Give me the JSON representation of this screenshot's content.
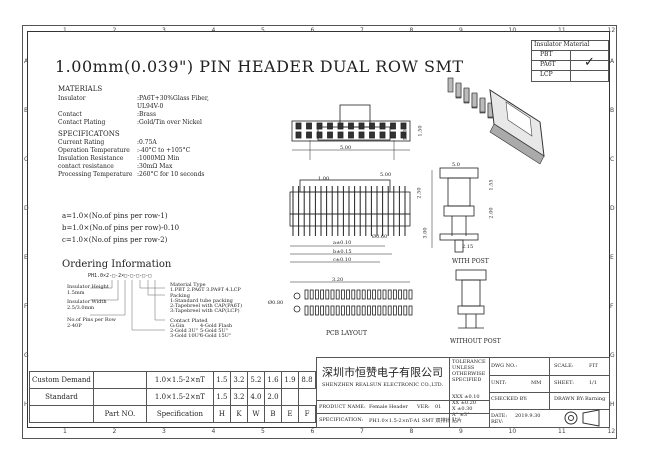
{
  "title": "1.00mm(0.039\") PIN HEADER DUAL ROW SMT",
  "col_labels": [
    "1",
    "2",
    "3",
    "4",
    "5",
    "6",
    "7",
    "8",
    "9",
    "10",
    "11",
    "12"
  ],
  "row_labels": [
    "A",
    "B",
    "C",
    "D",
    "E",
    "F",
    "G",
    "H"
  ],
  "insulator": {
    "header": "Insulator Material",
    "rows": [
      "PBT",
      "PA6T",
      "LCP"
    ],
    "check": "✓"
  },
  "materials": {
    "heading": "MATERIALS",
    "lines": [
      [
        "Insulator",
        ":PA6T+30%Glass Fiber,"
      ],
      [
        "",
        "UL94V-0"
      ],
      [
        "Contact",
        ":Brass"
      ],
      [
        "Contact Plating",
        ":Gold/Tin over Nickel"
      ]
    ]
  },
  "specs": {
    "heading": "SPECIFICATONS",
    "lines": [
      [
        "Current Rating",
        ":0.75A"
      ],
      [
        "Operation Temperature",
        ":-40°C to +105°C"
      ],
      [
        "Insulation Resistance",
        ":1000MΩ Min"
      ],
      [
        "contact resistance",
        ":30mΩ Max"
      ],
      [
        "Processing Temperature",
        ":260°C for 10 seconds"
      ]
    ]
  },
  "formulas": [
    "a=1.0×(No.of pins per row-1)",
    "b=1.0×(No.of pins per row)-0.10",
    "c=1.0×(No.of pins per row-2)"
  ],
  "ordering": {
    "heading": "Ordering Information",
    "code": "PH1.0×2-□-2×□-□-□-□-□",
    "notes": [
      "Insulator Height",
      "1.5mm",
      "Insulator Width",
      "2.5/3.0mm",
      "No.of Pins per Row",
      "2-40P",
      "Material Type",
      "1.PBT 2.PA6T 3.PA9T 4.LCP",
      "Packing",
      "1:Standard tube packing",
      "2:Tapebreel with CAP(PA6T)",
      "3:Tapebreel with CAP(LCP)",
      "Contact Plated",
      "G:Gin",
      "4-Gold Flash",
      "2-Gold 3U\"",
      "5-Gold 5U\"",
      "3-Gold 10U\"",
      "6-Gold 15U\""
    ]
  },
  "dims": {
    "d500": "5.00",
    "d100": "1.00",
    "d150": "1.50",
    "d250": "2.50",
    "d250b": "2.50",
    "d05": "0.5",
    "d50": "5.00",
    "s05": "5.0",
    "s155": "1.55",
    "s20": "2.00",
    "s30": "3.00",
    "d215": "2.15",
    "dr60": "Ø0.60",
    "dr05": "5.00",
    "ab": "a±0.10",
    "bb": "b±0.15",
    "cb": "c±0.10",
    "d08": "Ø0.80",
    "p100": "1.00",
    "p320": "3.20"
  },
  "labels": {
    "with_post": "WITH POST",
    "without_post": "WITHOUT POST",
    "pcb": "PCB LAYOUT"
  },
  "spec_table": {
    "rows": [
      [
        "Custom Demand",
        "",
        "1.0×1.5-2×nT",
        "1.5",
        "3.2",
        "5.2",
        "1.6",
        "1.9",
        "8.8"
      ],
      [
        "Standard",
        "",
        "1.0×1.5-2×nT",
        "1.5",
        "3.2",
        "4.0",
        "2.0",
        ""
      ],
      [
        "",
        "Part NO.",
        "Specification",
        "H",
        "K",
        "W",
        "B",
        "E",
        "F"
      ]
    ]
  },
  "company": {
    "cn": "深圳市恒赞电子有限公司",
    "en": "SHENZHEN REALSUN ELECTRONIC CO.,LTD.",
    "tol": [
      "TOLERANCE",
      "UNLESS",
      "OTHERWISE",
      "SPECIFIED"
    ],
    "dwg": "DWG NO.:",
    "scale": "SCALE:",
    "scale_v": "FIT",
    "unit": "UNIT:",
    "unit_v": "MM",
    "sheet": "SHEET:",
    "sheet_v": "1/1",
    "checked": "CHECKED BY:",
    "drawn": "DRAWN BY:",
    "drawn_v": "Barning",
    "product": "PRODUCT NAME:",
    "product_v": "Female Header",
    "ver": "VER:",
    "ver_v": "01",
    "date": "DATE:",
    "date_v": "2019.9.30",
    "spec": "SPECIFICATION:",
    "spec_v": "PH1.0×1.5-2×nT-A1 SMT 双排针 贴片",
    "tol1": "XXX ±0.10",
    "tol2": "XX ±0.20",
    "tol3": "X ±0.30",
    "tol4": "A° ±3°",
    "rev": "REV:"
  }
}
